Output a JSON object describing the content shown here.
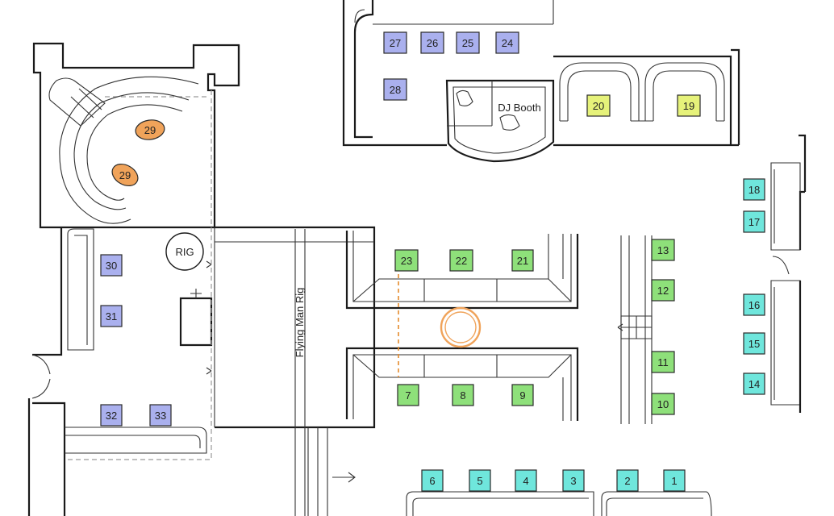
{
  "labels": {
    "dj_booth": "DJ Booth",
    "rig": "RIG",
    "flying_man_rig": "Flying Man Rig"
  },
  "colors": {
    "lavender": "#aab0ee",
    "green": "#8ee07a",
    "yellow": "#e6f27a",
    "cyan": "#6fe6dc",
    "orange": "#f0a35a"
  },
  "tables": {
    "t1": {
      "number": "1",
      "color": "cyan"
    },
    "t2": {
      "number": "2",
      "color": "cyan"
    },
    "t3": {
      "number": "3",
      "color": "cyan"
    },
    "t4": {
      "number": "4",
      "color": "cyan"
    },
    "t5": {
      "number": "5",
      "color": "cyan"
    },
    "t6": {
      "number": "6",
      "color": "cyan"
    },
    "t7": {
      "number": "7",
      "color": "green"
    },
    "t8": {
      "number": "8",
      "color": "green"
    },
    "t9": {
      "number": "9",
      "color": "green"
    },
    "t10": {
      "number": "10",
      "color": "green"
    },
    "t11": {
      "number": "11",
      "color": "green"
    },
    "t12": {
      "number": "12",
      "color": "green"
    },
    "t13": {
      "number": "13",
      "color": "green"
    },
    "t14": {
      "number": "14",
      "color": "cyan"
    },
    "t15": {
      "number": "15",
      "color": "cyan"
    },
    "t16": {
      "number": "16",
      "color": "cyan"
    },
    "t17": {
      "number": "17",
      "color": "cyan"
    },
    "t18": {
      "number": "18",
      "color": "cyan"
    },
    "t19": {
      "number": "19",
      "color": "yellow"
    },
    "t20": {
      "number": "20",
      "color": "yellow"
    },
    "t21": {
      "number": "21",
      "color": "green"
    },
    "t22": {
      "number": "22",
      "color": "green"
    },
    "t23": {
      "number": "23",
      "color": "green"
    },
    "t24": {
      "number": "24",
      "color": "lavender"
    },
    "t25": {
      "number": "25",
      "color": "lavender"
    },
    "t26": {
      "number": "26",
      "color": "lavender"
    },
    "t27": {
      "number": "27",
      "color": "lavender"
    },
    "t28": {
      "number": "28",
      "color": "lavender"
    },
    "t29a": {
      "number": "29",
      "color": "orange"
    },
    "t29b": {
      "number": "29",
      "color": "orange"
    },
    "t30": {
      "number": "30",
      "color": "lavender"
    },
    "t31": {
      "number": "31",
      "color": "lavender"
    },
    "t32": {
      "number": "32",
      "color": "lavender"
    },
    "t33": {
      "number": "33",
      "color": "lavender"
    }
  }
}
